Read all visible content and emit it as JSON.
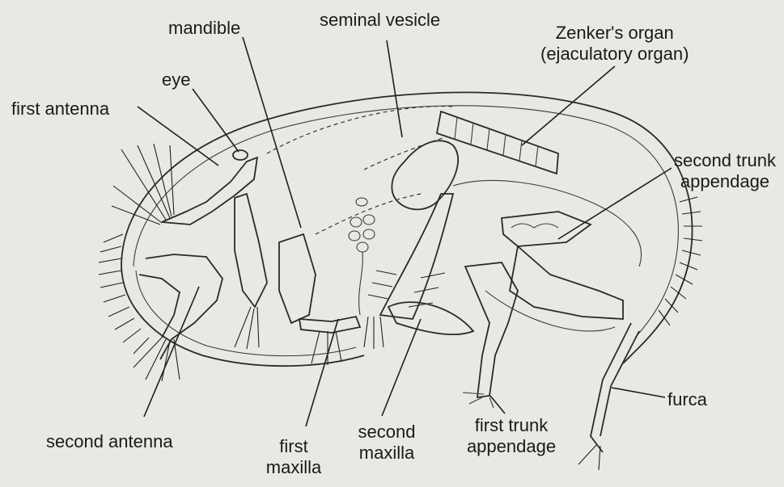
{
  "labels": {
    "mandible": "mandible",
    "seminal_vesicle": "seminal vesicle",
    "zenkers_organ_line1": "Zenker's organ",
    "zenkers_organ_line2": "(ejaculatory organ)",
    "eye": "eye",
    "first_antenna": "first antenna",
    "second_trunk_appendage_line1": "second trunk",
    "second_trunk_appendage_line2": "appendage",
    "furca": "furca",
    "second_antenna": "second antenna",
    "first_maxilla_line1": "first",
    "first_maxilla_line2": "maxilla",
    "second_maxilla_line1": "second",
    "second_maxilla_line2": "maxilla",
    "first_trunk_appendage_line1": "first trunk",
    "first_trunk_appendage_line2": "appendage"
  }
}
